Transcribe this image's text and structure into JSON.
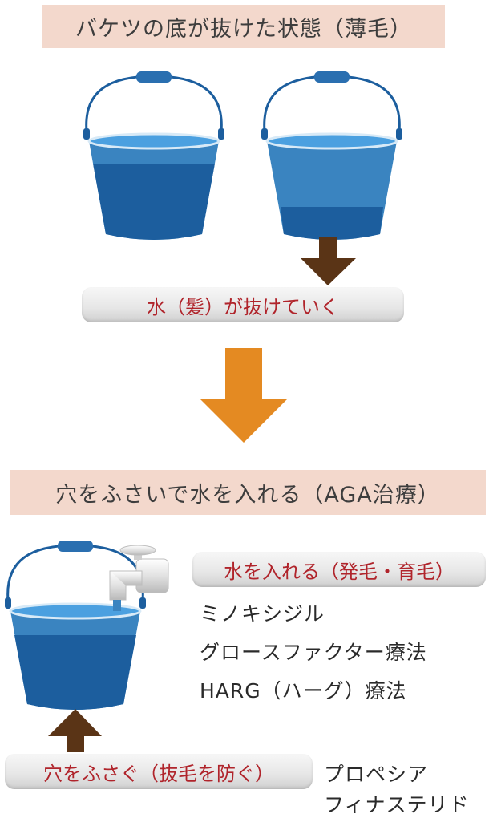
{
  "top": {
    "title": "バケツの底が抜けた状態（薄毛）",
    "pill": "水（髪）が抜けていく"
  },
  "bottom": {
    "title": "穴をふさいで水を入れる（AGA治療）",
    "pill_water": "水を入れる（発毛・育毛）",
    "water_methods": [
      "ミノキシジル",
      "グロースファクター療法",
      "HARG（ハーグ）療法"
    ],
    "pill_hole": "穴をふさぐ（抜毛を防ぐ）",
    "hole_methods": [
      "プロペシア",
      "フィナステリド"
    ]
  },
  "colors": {
    "title_bg": "#f3d8cc",
    "pill_text": "#b0242b",
    "bucket_light": "#3a84c0",
    "bucket_dark": "#1c5e9e",
    "arrow_brown": "#5a3416",
    "arrow_orange": "#e48a22"
  }
}
